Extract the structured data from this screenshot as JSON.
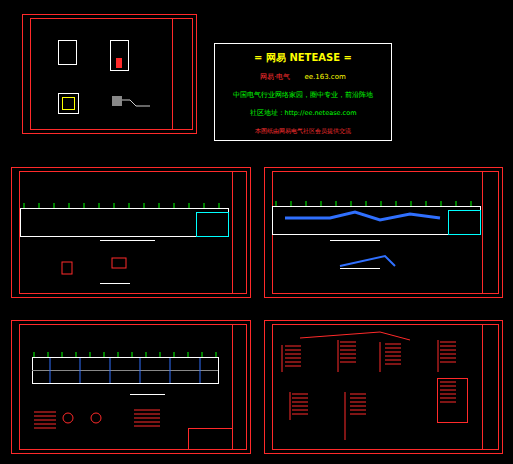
{
  "diagram": {
    "nodes": [
      {
        "text": [
          "= 网易 NETEASE =",
          "网易·电气",
          "ee.163.com",
          "中国电气行业网络家园，圈中专业，前沿阵地",
          "社区地址：http://ee.netease.com",
          "本图纸由网易电气社区会员提供交流"
        ]
      }
    ]
  }
}
